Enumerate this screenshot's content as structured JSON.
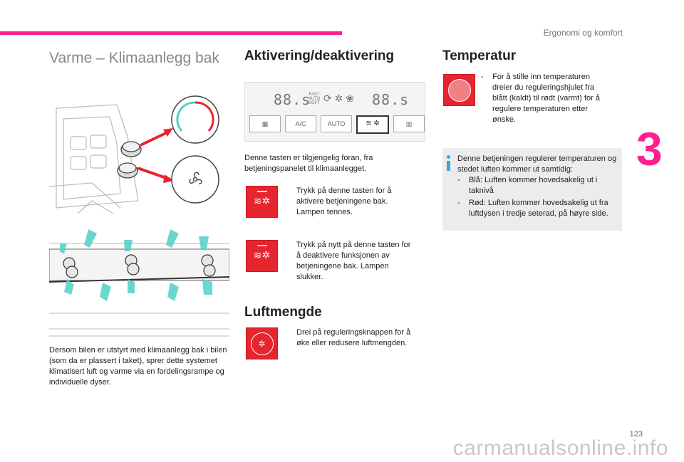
{
  "header": {
    "section": "Ergonomi og komfort",
    "chapter": "3",
    "page": "123"
  },
  "title": "Varme – Klimaanlegg bak",
  "left": {
    "caption": "Dersom bilen er utstyrt med klimaanlegg bak i bilen (som da er plassert i taket), sprer dette systemet klimatisert luft og varme via en fordelingsrampe og individuelle dyser."
  },
  "panel": {
    "left_temp": "88.s",
    "right_temp": "88.s",
    "fast_auto_soft": "FAST\nAUTO\nSOFT",
    "buttons": [
      "",
      "A/C",
      "AUTO",
      "",
      ""
    ]
  },
  "activation": {
    "heading": "Aktivering/deaktivering",
    "intro": "Denne tasten er tilgjengelig foran, fra betjeningspanelet til klimaanlegget.",
    "items": [
      {
        "marker": "",
        "text": "Trykk på denne tasten for å aktivere betjeningene bak. Lampen tennes."
      },
      {
        "marker": "",
        "text": "Trykk på nytt på denne tasten for å deaktivere funksjonen av betjeningene bak. Lampen slukker."
      }
    ]
  },
  "airflow": {
    "heading": "Luftmengde",
    "marker": "",
    "text": "Drei på reguleringsknappen for å øke eller redusere luftmengden."
  },
  "temperature": {
    "heading": "Temperatur",
    "marker": "-",
    "text": "For å stille inn temperaturen dreier du reguleringshjulet fra blått (kaldt) til rødt (varmt) for å regulere temperaturen etter ønske.",
    "info": {
      "intro": "Denne betjeningen regulerer temperaturen og stedet luften kommer ut samtidig:",
      "items": [
        {
          "marker": "-",
          "text": "Blå: Luften kommer hovedsakelig ut i taknivå"
        },
        {
          "marker": "-",
          "text": "Rød: Luften kommer hovedsakelig ut fra luftdysen i tredje seterad, på høyre side."
        }
      ]
    }
  },
  "watermark": "carmanualsonline.info",
  "colors": {
    "accent": "#ff1f8e",
    "tile": "#e7252f",
    "info_icon": "#3aa6e0",
    "cold": "#4fd1c5",
    "hot": "#e8252f"
  }
}
